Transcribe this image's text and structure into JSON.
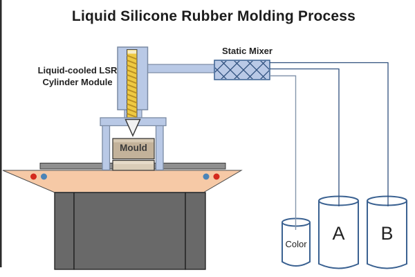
{
  "title": "Liquid Silicone Rubber Molding Process",
  "labels": {
    "module_line1": "Liquid-cooled LSR",
    "module_line2": "Cylinder Module",
    "static_mixer": "Static Mixer",
    "mould": "Mould",
    "color_cylinder": "Color",
    "cylinder_a": "A",
    "cylinder_b": "B"
  },
  "colors": {
    "light_blue": "#b9c9e6",
    "blue_border": "#7a8aa3",
    "steel_blue": "#3a6191",
    "line_dark": "#2e4f7d",
    "line_light": "#8495ab",
    "screw_yellow": "#eec942",
    "screw_stripe": "#b98f24",
    "screw_cap": "#f6ecc8",
    "mould_tan": "#c3b29a",
    "mould_tan_light": "#dacdb8",
    "table_peach": "#f6c9a6",
    "rail_gray": "#8f8f8f",
    "base_gray": "#696969",
    "dot_red": "#d42a1e",
    "dot_blue": "#4b84b8",
    "nozzle_white": "#f2f2f2",
    "text": "#222222"
  }
}
